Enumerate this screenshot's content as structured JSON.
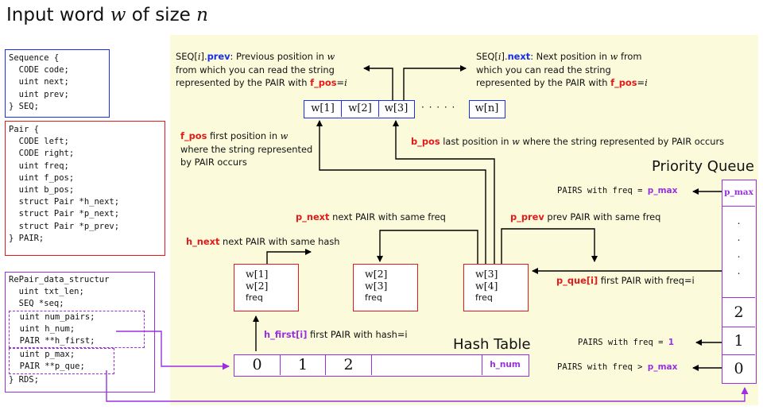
{
  "title": {
    "prefix": "Input word ",
    "w": "w",
    "mid": " of size ",
    "n": "n"
  },
  "structs": {
    "sequence": [
      "Sequence {",
      "  CODE code;",
      "  uint next;",
      "  uint prev;",
      "} SEQ;"
    ],
    "pair": [
      "Pair {",
      "  CODE left;",
      "  CODE right;",
      "  uint freq;",
      "  uint f_pos;",
      "  uint b_pos;",
      "  struct Pair *h_next;",
      "  struct Pair *p_next;",
      "  struct Pair *p_prev;",
      "} PAIR;"
    ],
    "rds_head": [
      "RePair_data_structur",
      "  uint txt_len;",
      "  SEQ *seq;"
    ],
    "rds_group1": [
      "  uint num_pairs;",
      "  uint h_num;",
      "  PAIR **h_first;"
    ],
    "rds_group2": [
      "  uint p_max;",
      "  PAIR **p_que;"
    ],
    "rds_tail": [
      "} RDS;"
    ]
  },
  "seq_prev": {
    "a": "SEQ[",
    "i": "i",
    "b": "].",
    "key": "prev",
    "c": ": Previous position in ",
    "w": "w",
    "line2": "from which you can read the string",
    "line3a": "represented by the PAIR with ",
    "line3key": "f_pos",
    "line3b": "=",
    "line3i": "i"
  },
  "seq_next": {
    "a": "SEQ[",
    "i": "i",
    "b": "].",
    "key": "next",
    "c": ": Next position in ",
    "w": "w",
    "d": " from",
    "line2": "which you can read the string",
    "line3a": "represented by the PAIR with ",
    "line3key": "f_pos",
    "line3b": "=",
    "line3i": "i"
  },
  "w_array": {
    "cells": [
      "w[1]",
      "w[2]",
      "w[3]"
    ],
    "dots": "· · · · ·",
    "last": "w[n]"
  },
  "f_pos_desc": {
    "key": "f_pos",
    "l1": " first position in ",
    "w": "w",
    "l2": "where the string represented",
    "l3": "by PAIR occurs"
  },
  "b_pos_desc": {
    "key": "b_pos",
    "l1": " last position in ",
    "w": "w",
    "l2": " where the string represented by PAIR occurs"
  },
  "priority_queue": {
    "title": "Priority Queue",
    "top": "p_max",
    "dots": [
      ".",
      ".",
      ".",
      "."
    ],
    "cells": [
      "2",
      "1",
      "0"
    ]
  },
  "pq_labels": {
    "pmax": {
      "a": "PAIRS with freq = ",
      "b": "p_max"
    },
    "one": {
      "a": "PAIRS with freq = ",
      "b": "1"
    },
    "zero": {
      "a": "PAIRS with freq > ",
      "b": "p_max"
    }
  },
  "p_next": {
    "key": "p_next",
    "text": " next PAIR with same freq"
  },
  "p_prev": {
    "key": "p_prev",
    "text": " prev PAIR with same freq"
  },
  "h_next": {
    "key": "h_next",
    "text": " next PAIR with same hash"
  },
  "p_que": {
    "key": "p_que[i]",
    "text": " first PAIR with freq=i"
  },
  "h_first": {
    "key": "h_first[i]",
    "text": " first PAIR with hash=i"
  },
  "pairs": [
    {
      "a": "w[1]",
      "b": "w[2]",
      "f": "freq"
    },
    {
      "a": "w[2]",
      "b": "w[3]",
      "f": "freq"
    },
    {
      "a": "w[3]",
      "b": "w[4]",
      "f": "freq"
    }
  ],
  "hash_table": {
    "title": "Hash Table",
    "cells": [
      "0",
      "1",
      "2",
      ""
    ],
    "last": "h_num"
  },
  "colors": {
    "red": "#e31a1a",
    "blue": "#1a2ee8",
    "purple": "#9b2fe0",
    "panel": "#fbfbdc"
  }
}
